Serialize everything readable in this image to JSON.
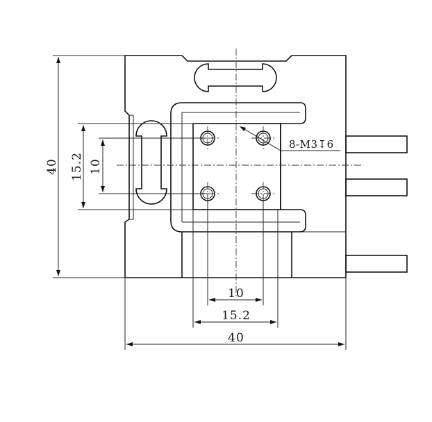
{
  "drawing": {
    "dimensions": {
      "overall_width": "40",
      "overall_height": "40",
      "hole_pitch_outer_h": "15.2",
      "hole_pitch_inner_h": "10",
      "hole_pitch_outer_v": "15.2",
      "hole_pitch_inner_v": "10"
    },
    "callout": {
      "prefix": "8-M3",
      "depth_symbol": "↧",
      "depth": "6"
    }
  }
}
